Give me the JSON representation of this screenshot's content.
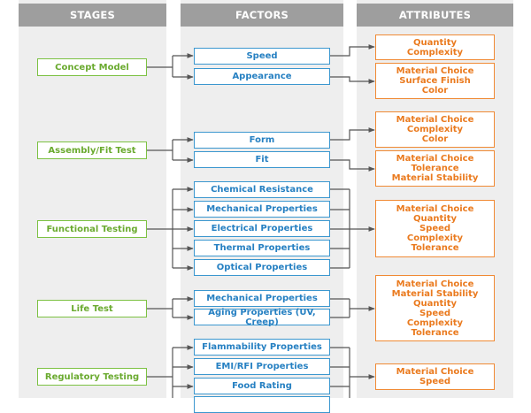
{
  "headers": {
    "stages": "STAGES",
    "factors": "FACTORS",
    "attributes": "ATTRIBUTES"
  },
  "stages": [
    "Concept Model",
    "Assembly/Fit Test",
    "Functional Testing",
    "Life Test",
    "Regulatory Testing"
  ],
  "factors": [
    "Speed",
    "Appearance",
    "Form",
    "Fit",
    "Chemical Resistance",
    "Mechanical Properties",
    "Electrical Properties",
    "Thermal Properties",
    "Optical Properties",
    "Mechanical Properties",
    "Aging Properties (UV, Creep)",
    "Flammability Properties",
    "EMI/RFI Properties",
    "Food Rating"
  ],
  "attributes": [
    [
      "Quantity",
      "Complexity"
    ],
    [
      "Material Choice",
      "Surface Finish",
      "Color"
    ],
    [
      "Material Choice",
      "Complexity",
      "Color"
    ],
    [
      "Material Choice",
      "Tolerance",
      "Material Stability"
    ],
    [
      "Material Choice",
      "Quantity",
      "Speed",
      "Complexity",
      "Tolerance"
    ],
    [
      "Material Choice",
      "Material Stability",
      "Quantity",
      "Speed",
      "Complexity",
      "Tolerance"
    ],
    [
      "Material Choice",
      "Speed"
    ]
  ],
  "colors": {
    "stage": "#7cc142",
    "factor": "#3b97cf",
    "attribute": "#f08a34",
    "header": "#9e9e9e",
    "column": "#eeeeee",
    "connector": "#555555"
  }
}
